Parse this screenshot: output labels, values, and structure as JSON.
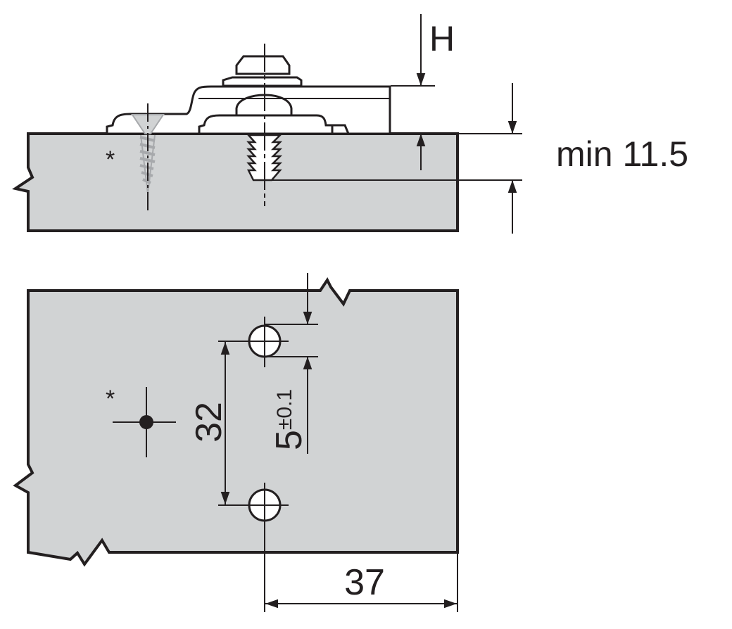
{
  "colors": {
    "panel": "#d1d3d4",
    "line": "#231f20",
    "screw": "#a7a9ac",
    "background": "#ffffff"
  },
  "labels": {
    "height_label": "H",
    "min_thickness": "min 11.5",
    "hole_spacing": "32",
    "edge_offset": "5",
    "edge_offset_tolerance": "±0.1",
    "edge_distance": "37",
    "asterisk_top": "*",
    "asterisk_bottom": "*"
  }
}
